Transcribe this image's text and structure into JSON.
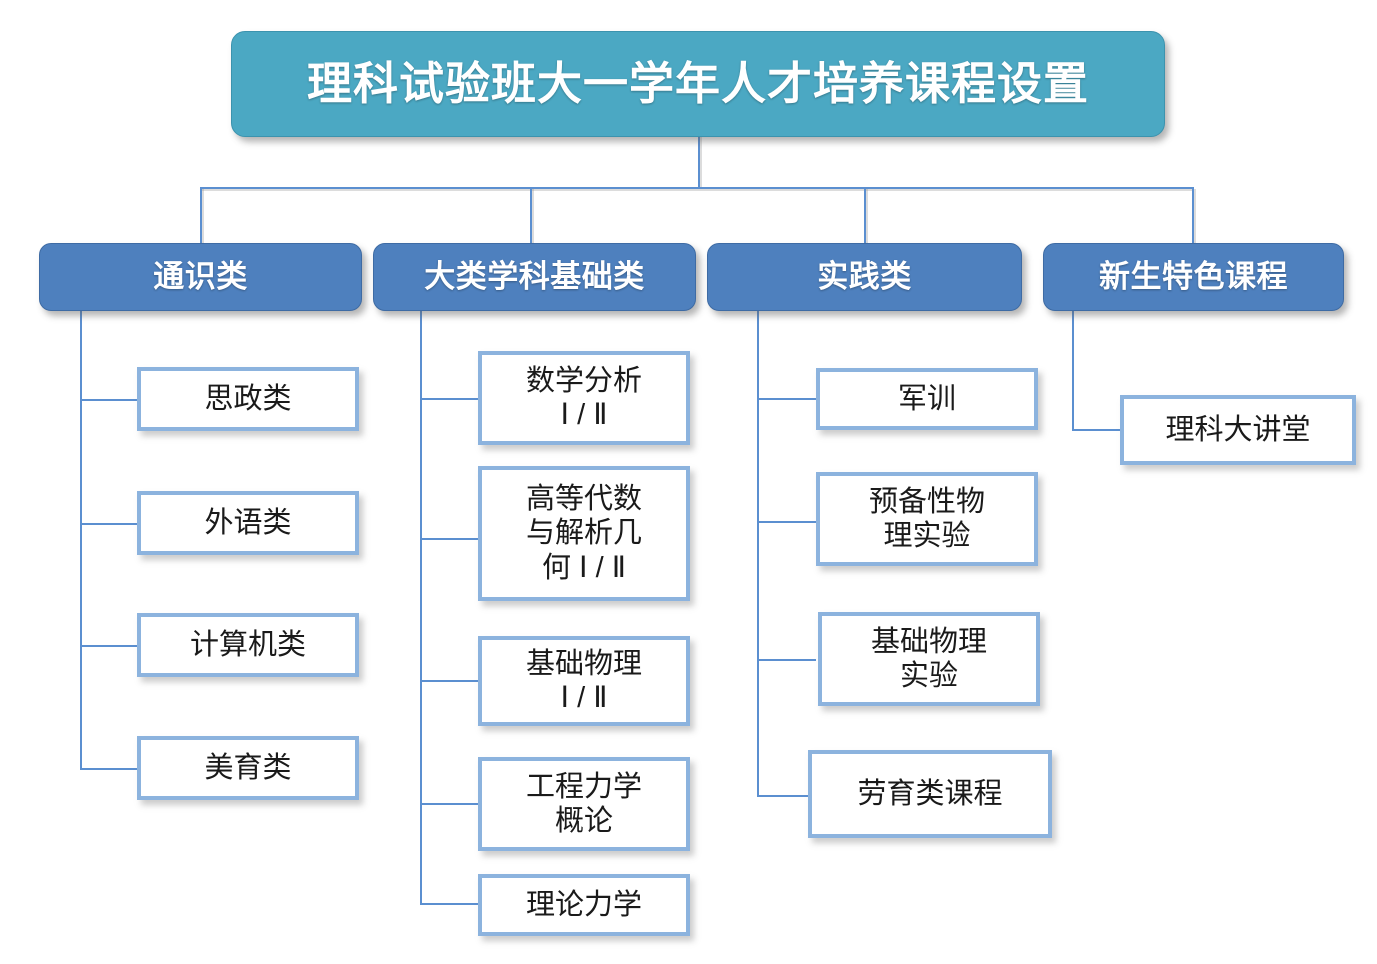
{
  "diagram": {
    "type": "organizational-tree",
    "background_color": "#FFFFFF",
    "colors": {
      "title_fill": "#4BA8C3",
      "category_fill": "#4E80BE",
      "leaf_fill": "#FFFFFF",
      "leaf_border": "#8CB3DE",
      "connector": "#5B8FD0",
      "title_text": "#FFFFFF",
      "category_text": "#FFFFFF",
      "leaf_text": "#1A1A1A"
    },
    "root": {
      "label": "理科试验班大一学年人才培养课程设置"
    },
    "categories": [
      {
        "label": "通识类",
        "children": [
          {
            "label": "思政类"
          },
          {
            "label": "外语类"
          },
          {
            "label": "计算机类"
          },
          {
            "label": "美育类"
          }
        ]
      },
      {
        "label": "大类学科基础类",
        "children": [
          {
            "label": "数学分析\nⅠ / Ⅱ"
          },
          {
            "label": "高等代数\n与解析几\n何 Ⅰ / Ⅱ"
          },
          {
            "label": "基础物理\nⅠ / Ⅱ"
          },
          {
            "label": "工程力学\n概论"
          },
          {
            "label": "理论力学"
          }
        ]
      },
      {
        "label": "实践类",
        "children": [
          {
            "label": "军训"
          },
          {
            "label": "预备性物\n理实验"
          },
          {
            "label": "基础物理\n实验"
          },
          {
            "label": "劳育类课程"
          }
        ]
      },
      {
        "label": "新生特色课程",
        "children": [
          {
            "label": "理科大讲堂"
          }
        ]
      }
    ]
  }
}
